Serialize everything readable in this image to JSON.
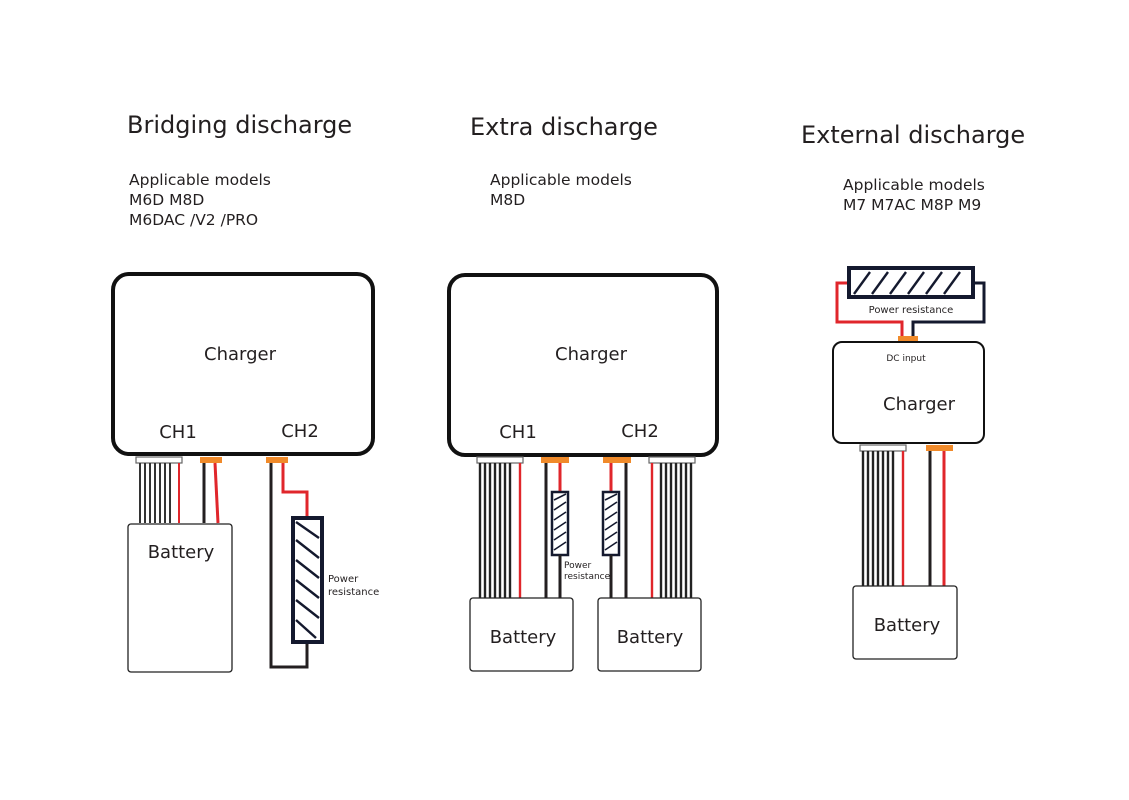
{
  "panels": [
    {
      "title": "Bridging discharge",
      "models_heading": "Applicable models",
      "models_lines": [
        "M6D M8D",
        "M6DAC /V2 /PRO"
      ],
      "charger_label": "Charger",
      "channels": [
        "CH1",
        "CH2"
      ],
      "battery_labels": [
        "Battery"
      ],
      "resistor_label_lines": [
        "Power",
        "resistance"
      ]
    },
    {
      "title": "Extra discharge",
      "models_heading": "Applicable models",
      "models_lines": [
        "M8D"
      ],
      "charger_label": "Charger",
      "channels": [
        "CH1",
        "CH2"
      ],
      "battery_labels": [
        "Battery",
        "Battery"
      ],
      "resistor_label_lines": [
        "Power",
        "resistance"
      ]
    },
    {
      "title": "External discharge",
      "models_heading": "Applicable models",
      "models_lines": [
        "M7 M7AC  M8P M9"
      ],
      "charger_label": "Charger",
      "input_label": "DC input",
      "battery_labels": [
        "Battery"
      ],
      "resistor_label": "Power resistance"
    }
  ],
  "colors": {
    "wire_black": "#231f20",
    "wire_red": "#e0262b",
    "connector_orange": "#f08a2a",
    "resistor_outline": "#14192e"
  }
}
